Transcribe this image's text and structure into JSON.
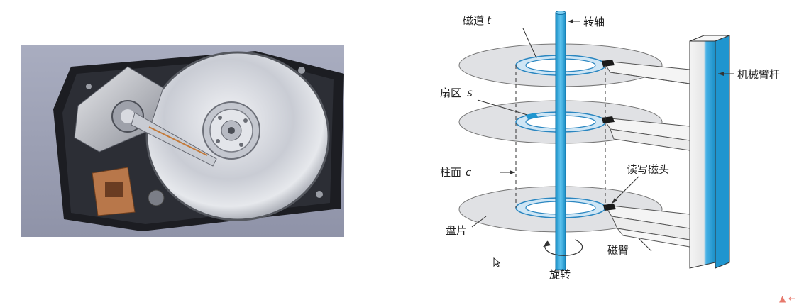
{
  "diagram": {
    "labels": {
      "track": "磁道",
      "track_var": "t",
      "spindle": "转轴",
      "arm_assembly": "机械臂杆",
      "sector": "扇区",
      "sector_var": "s",
      "cylinder": "柱面",
      "cylinder_var": "c",
      "rw_head": "读写磁头",
      "platter": "盘片",
      "disk_arm": "磁臂",
      "rotation": "旋转"
    }
  },
  "colors": {
    "spindle_blue": "#1fa3dd",
    "track_ring": "#cfe6f5",
    "platter": "#dfe0e3",
    "background": "#ffffff"
  },
  "icons": {
    "cursor": "mouse-pointer-icon",
    "corner": "nav-arrow-icon"
  }
}
